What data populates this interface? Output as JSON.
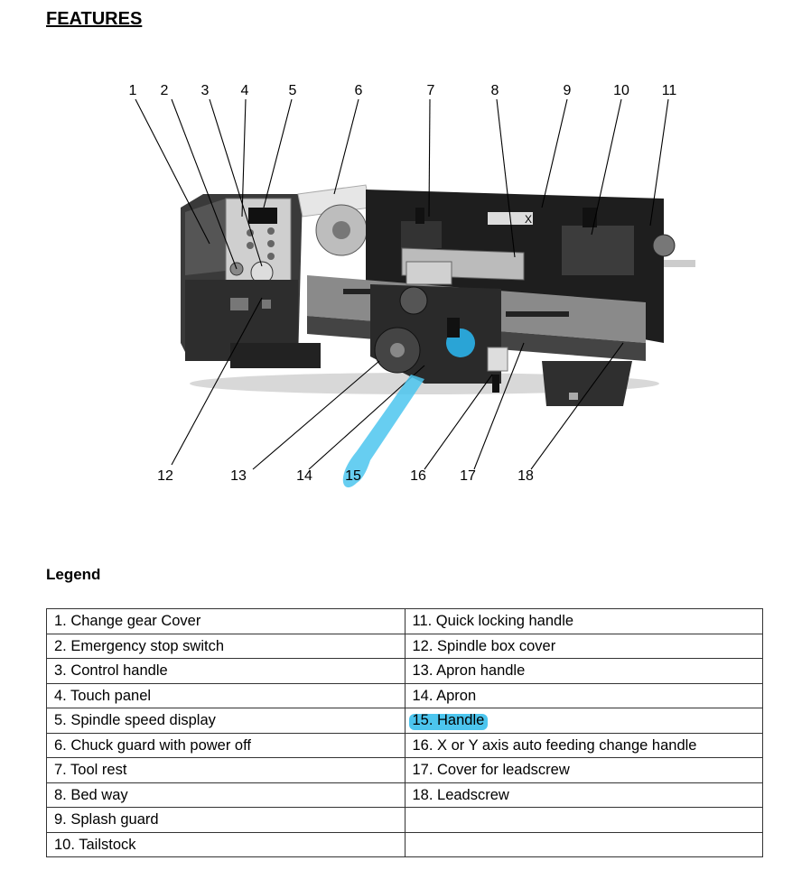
{
  "title": "FEATURES",
  "callouts": [
    "1",
    "2",
    "3",
    "4",
    "5",
    "6",
    "7",
    "8",
    "9",
    "10",
    "11",
    "12",
    "13",
    "14",
    "15",
    "16",
    "17",
    "18"
  ],
  "legend_heading": "Legend",
  "legend_rows": [
    {
      "left": "1. Change gear Cover",
      "right": "11. Quick locking handle"
    },
    {
      "left": "2. Emergency stop switch",
      "right": "12. Spindle box cover"
    },
    {
      "left": "3. Control handle",
      "right": "13. Apron handle"
    },
    {
      "left": "4. Touch panel",
      "right": "14. Apron"
    },
    {
      "left": "5. Spindle speed display",
      "right": "15. Handle"
    },
    {
      "left": "6. Chuck guard with power off",
      "right": "16. X or Y axis auto feeding change handle"
    },
    {
      "left": "7. Tool rest",
      "right": "17. Cover for leadscrew"
    },
    {
      "left": "8. Bed way",
      "right": "18. Leadscrew"
    },
    {
      "left": "9. Splash guard",
      "right": ""
    },
    {
      "left": "10. Tailstock",
      "right": ""
    }
  ],
  "panel_label": "X",
  "colors": {
    "highlight": "#4cc5ee",
    "machine_dark": "#2a2a2a"
  }
}
